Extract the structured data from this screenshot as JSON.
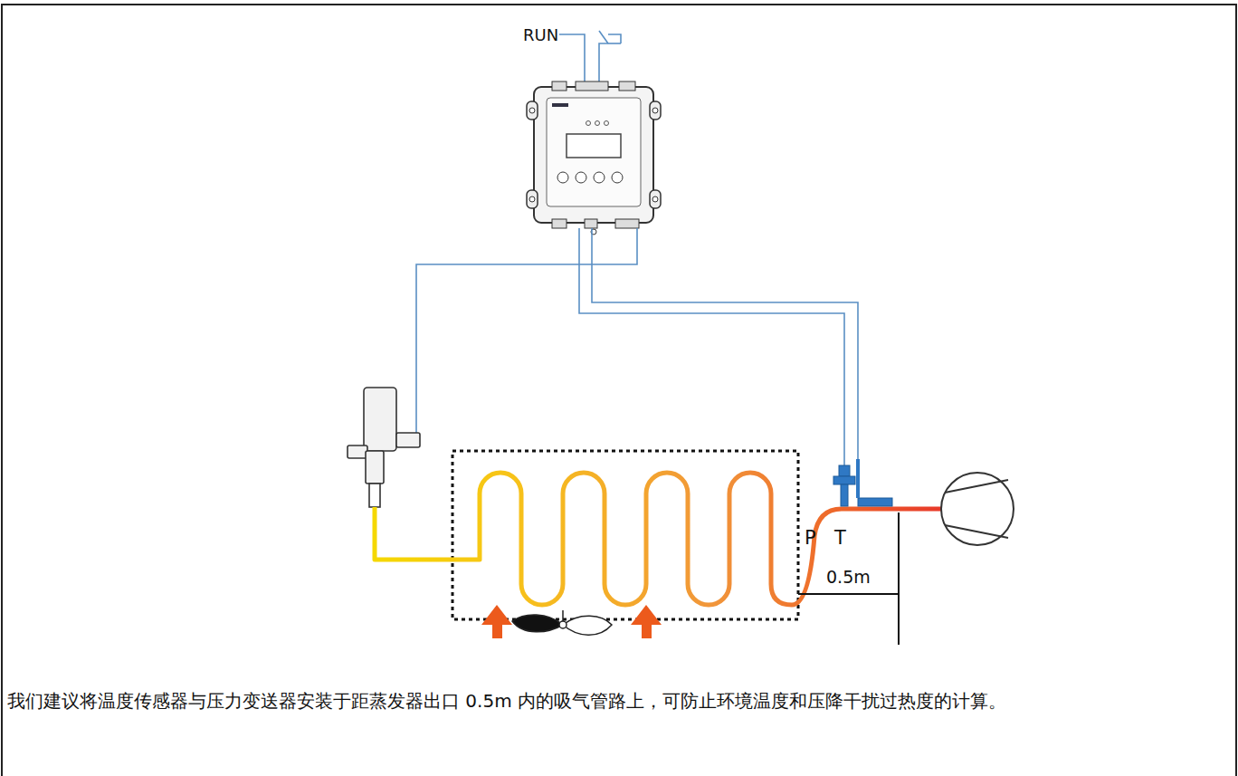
{
  "diagram": {
    "caption": "我们建议将温度传感器与压力变送器安装于距蒸发器出口 0.5m 内的吸气管路上，可防止环境温度和压降干扰过热度的计算。",
    "labels": [
      "RUN",
      "P",
      "T",
      "0.5m"
    ]
  }
}
